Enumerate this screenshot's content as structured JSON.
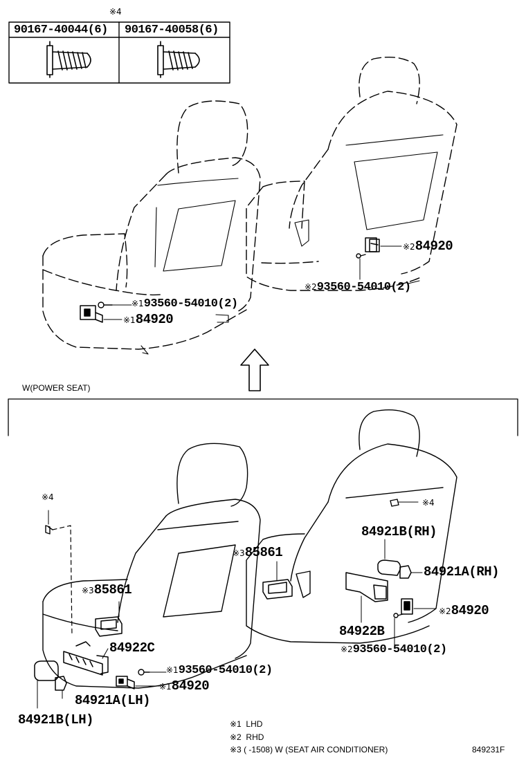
{
  "fastener_table": {
    "marker": "※4",
    "headers": [
      "90167-40044(6)",
      "90167-40058(6)"
    ]
  },
  "top_labels": [
    {
      "id": "top-rh-84920",
      "marker": "※2",
      "part": "84920"
    },
    {
      "id": "top-rh-93560",
      "marker": "※2",
      "part": "93560-54010(2)"
    },
    {
      "id": "top-lh-93560",
      "marker": "※1",
      "part": "93560-54010(2)"
    },
    {
      "id": "top-lh-84920",
      "marker": "※1",
      "part": "84920"
    }
  ],
  "section_title": "W(POWER SEAT)",
  "bottom_labels": [
    {
      "id": "b-screw-left",
      "marker": "※4",
      "part": ""
    },
    {
      "id": "b-screw-right",
      "marker": "※4",
      "part": ""
    },
    {
      "id": "b-84921b-rh",
      "marker": "",
      "part": "84921B(RH)"
    },
    {
      "id": "b-85861-right",
      "marker": "※3",
      "part": "85861"
    },
    {
      "id": "b-84921a-rh",
      "marker": "",
      "part": "84921A(RH)"
    },
    {
      "id": "b-85861-left",
      "marker": "※3",
      "part": "85861"
    },
    {
      "id": "b-84920-rh",
      "marker": "※2",
      "part": "84920"
    },
    {
      "id": "b-84922b",
      "marker": "",
      "part": "84922B"
    },
    {
      "id": "b-84922c",
      "marker": "",
      "part": "84922C"
    },
    {
      "id": "b-93560-rh",
      "marker": "※2",
      "part": "93560-54010(2)"
    },
    {
      "id": "b-93560-lh",
      "marker": "※1",
      "part": "93560-54010(2)"
    },
    {
      "id": "b-84920-lh",
      "marker": "※1",
      "part": "84920"
    },
    {
      "id": "b-84921a-lh",
      "marker": "",
      "part": "84921A(LH)"
    },
    {
      "id": "b-84921b-lh",
      "marker": "",
      "part": "84921B(LH)"
    }
  ],
  "legend": [
    {
      "marker": "※1",
      "text": "LHD"
    },
    {
      "marker": "※2",
      "text": "RHD"
    },
    {
      "marker": "※3",
      "text": "(       -1508) W (SEAT AIR CONDITIONER)"
    }
  ],
  "figure_id": "849231F"
}
